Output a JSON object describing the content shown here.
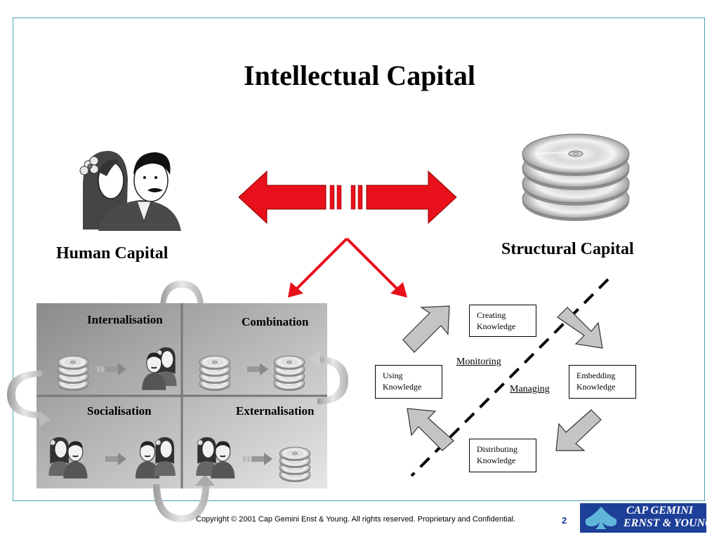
{
  "slide": {
    "title": "Intellectual Capital",
    "human_capital_label": "Human Capital",
    "structural_capital_label": "Structural Capital"
  },
  "seci": {
    "internalisation": "Internalisation",
    "combination": "Combination",
    "socialisation": "Socialisation",
    "externalisation": "Externalisation"
  },
  "cycle": {
    "creating": [
      "Creating",
      "Knowledge"
    ],
    "using": [
      "Using",
      "Knowledge"
    ],
    "embedding": [
      "Embedding",
      "Knowledge"
    ],
    "distributing": [
      "Distributing",
      "Knowledge"
    ],
    "monitoring": "Monitoring",
    "managing": "Managing"
  },
  "footer": {
    "copyright": "Copyright © 2001 Cap Gemini Enst & Young.  All rights reserved. Proprietary and Confidential.",
    "page_number": "2",
    "logo_line1": "CAP GEMINI",
    "logo_line2": "ERNST & YOUNG"
  },
  "colors": {
    "frame": "#4a9fb0",
    "red_arrow": "#e8101a",
    "logo_blue": "#1d3f97",
    "page_number": "#1a3c9c"
  },
  "icons": [
    "people-icon",
    "disk-stack-icon",
    "double-headed-arrow-icon",
    "cycle-arrow-icon"
  ]
}
